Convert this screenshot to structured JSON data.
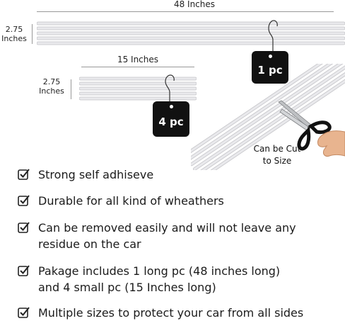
{
  "long_strip": {
    "length_label": "48 Inches",
    "height_label": "2.75 Inches",
    "tag_label": "1 pc"
  },
  "short_strip": {
    "length_label": "15 Inches",
    "height_label": "2.75 Inches",
    "tag_label": "4 pc"
  },
  "cut_note": "Can be Cut to Size",
  "features": [
    "Strong self adhiseve",
    "Durable for all kind of wheathers",
    "Can be removed easily and will not leave any residue on the car",
    "Pakage includes 1 long pc (48 inches long) and 4 small pc (15 Inches long)",
    "Multiple sizes to protect your car from all sides"
  ],
  "colors": {
    "strip_fill": "#e9e9ec",
    "strip_edge": "#c4c4c8",
    "tag_bg": "#111111",
    "text": "#1b1b1b"
  }
}
